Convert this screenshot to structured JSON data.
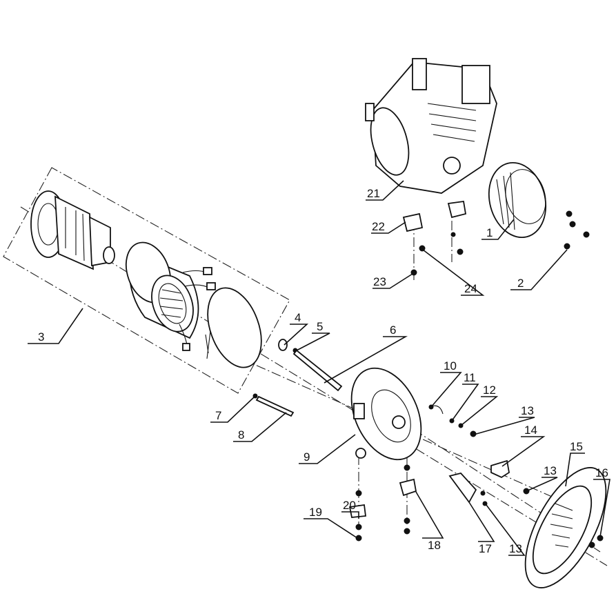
{
  "diagram": {
    "title": "Generator alternator exploded parts view",
    "callouts": [
      "1",
      "2",
      "3",
      "4",
      "5",
      "6",
      "7",
      "8",
      "9",
      "10",
      "11",
      "12",
      "13",
      "14",
      "13",
      "15",
      "16",
      "17",
      "18",
      "13",
      "19",
      "20",
      "21",
      "22",
      "23",
      "24"
    ]
  }
}
